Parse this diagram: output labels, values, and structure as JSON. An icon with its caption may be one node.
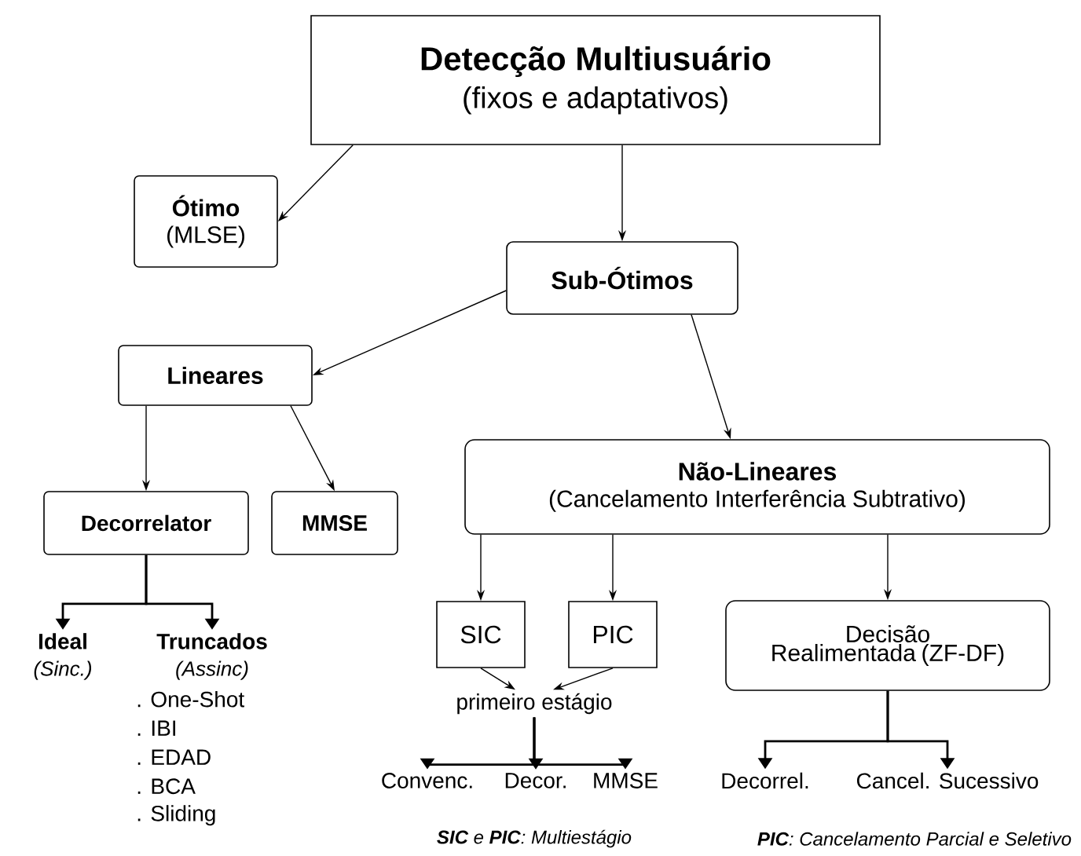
{
  "diagram": {
    "nodes": [
      {
        "text": [
          "Detecção Multiusuário",
          "(fixos e adaptativos)"
        ]
      },
      {
        "text": [
          "Ótimo",
          "(MLSE)"
        ]
      },
      {
        "text": [
          "Sub-Ótimos"
        ]
      },
      {
        "text": [
          "Lineares"
        ]
      },
      {
        "text": [
          "Não-Lineares",
          "(Cancelamento Interferência Subtrativo)"
        ]
      },
      {
        "text": [
          "Decorrelator"
        ]
      },
      {
        "text": [
          "MMSE"
        ]
      },
      {
        "text": [
          "SIC"
        ]
      },
      {
        "text": [
          "PIC"
        ]
      },
      {
        "text": [
          "Decisão Realimentada (ZF-DF)"
        ]
      },
      {
        "text": [
          "Ideal",
          "(Sinc.)"
        ]
      },
      {
        "text": [
          "Truncados",
          "(Assinc)"
        ],
        "beside": [
          ". One-Shot",
          ". IBI",
          ". EDAD",
          ". BCA",
          ". Sliding"
        ]
      },
      {
        "text": [
          "primeiro estágio"
        ]
      },
      {
        "text": [
          "Convenc."
        ]
      },
      {
        "text": [
          "Decor."
        ]
      },
      {
        "text": [
          "MMSE"
        ]
      },
      {
        "text": [
          "Decorrel."
        ]
      },
      {
        "text": [
          "Cancel. Sucessivo"
        ]
      }
    ],
    "edges": [
      {
        "from": 0,
        "to": 1,
        "arrow": "to"
      },
      {
        "from": 0,
        "to": 2,
        "arrow": "to"
      },
      {
        "from": 2,
        "to": 3,
        "arrow": "to"
      },
      {
        "from": 2,
        "to": 4,
        "arrow": "to"
      },
      {
        "from": 3,
        "to": 5,
        "arrow": "to"
      },
      {
        "from": 3,
        "to": 6,
        "arrow": "to"
      },
      {
        "from": 4,
        "to": 7,
        "arrow": "to"
      },
      {
        "from": 4,
        "to": 8,
        "arrow": "to"
      },
      {
        "from": 4,
        "to": 9,
        "arrow": "to"
      },
      {
        "from": 7,
        "to": 12,
        "arrow": "to"
      },
      {
        "from": 8,
        "to": 12,
        "arrow": "to"
      },
      {
        "from": 12,
        "to": 13,
        "arrow": "to"
      },
      {
        "from": 12,
        "to": 14,
        "arrow": "to"
      },
      {
        "from": 12,
        "to": 15,
        "arrow": "to"
      },
      {
        "from": 9,
        "to": 16,
        "arrow": "to"
      },
      {
        "from": 9,
        "to": 17,
        "arrow": "to"
      },
      {
        "from": 5,
        "to": 10,
        "arrow": "to"
      },
      {
        "from": 5,
        "to": 11,
        "arrow": "to"
      }
    ],
    "labels": [
      "**SIC** e **PIC**: Multiestágio",
      "**PIC**: Cancelamento Parcial e Seletivo"
    ]
  }
}
